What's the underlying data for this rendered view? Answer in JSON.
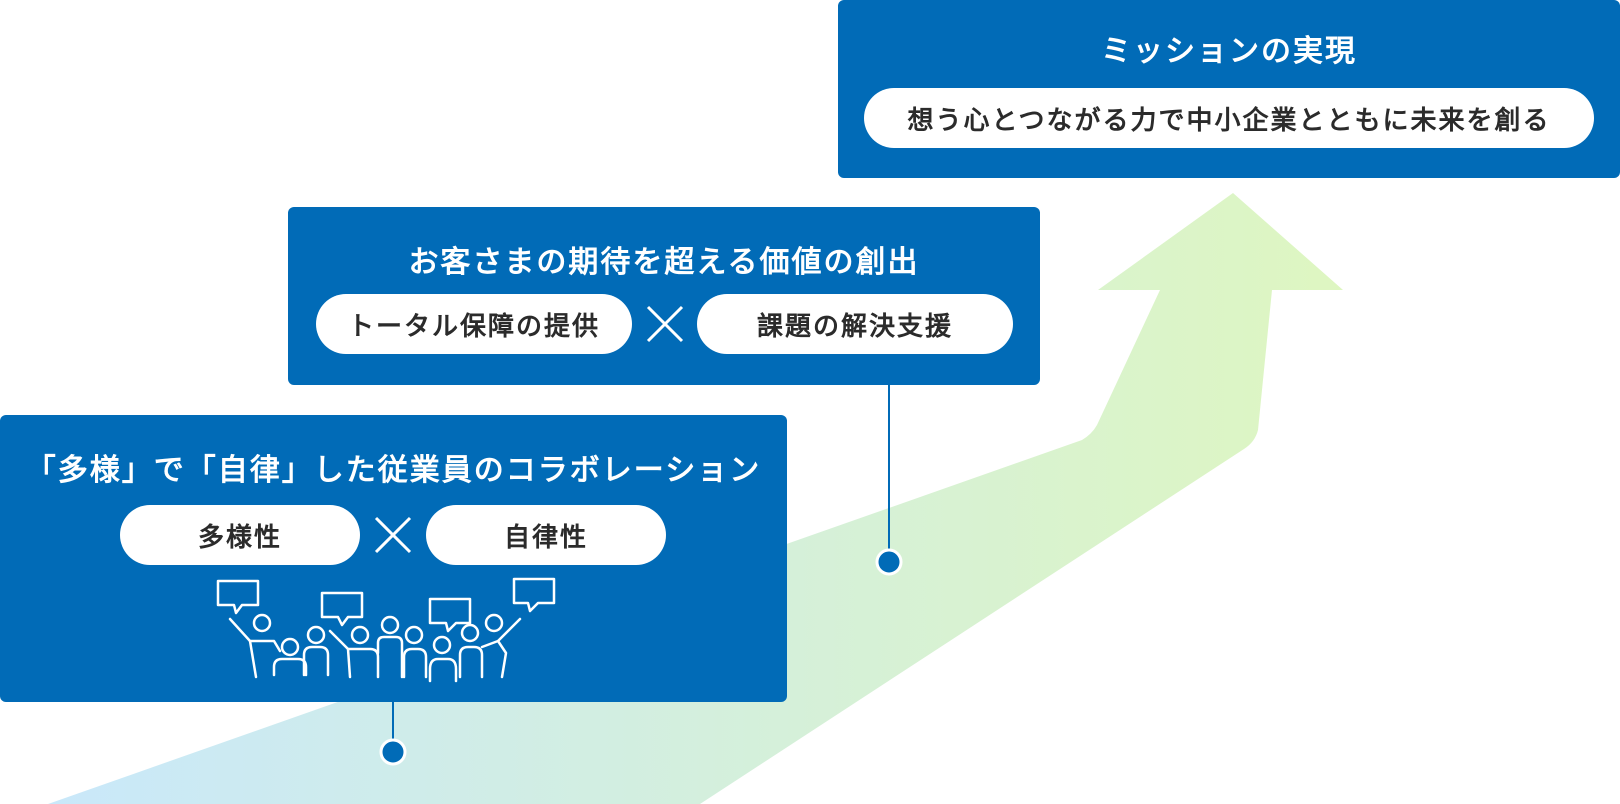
{
  "colors": {
    "card_blue": "#016bb7",
    "pill_bg": "#ffffff",
    "pill_text": "#2b2b2b",
    "arrow_start": "#c9e8fa",
    "arrow_end": "#def6c1"
  },
  "icons": [
    "times-icon",
    "people-icon",
    "speech-bubble-icon",
    "connector-dot-icon"
  ],
  "mission": {
    "title": "ミッションの実現",
    "statement": "想う心とつながる力で中小企業とともに未来を創る"
  },
  "customer": {
    "title": "お客さまの期待を超える価値の創出",
    "pill_left": "トータル保障の提供",
    "pill_right": "課題の解決支援"
  },
  "employee": {
    "title": "「多様」で「自律」した従業員のコラボレーション",
    "pill_left": "多様性",
    "pill_right": "自律性"
  }
}
